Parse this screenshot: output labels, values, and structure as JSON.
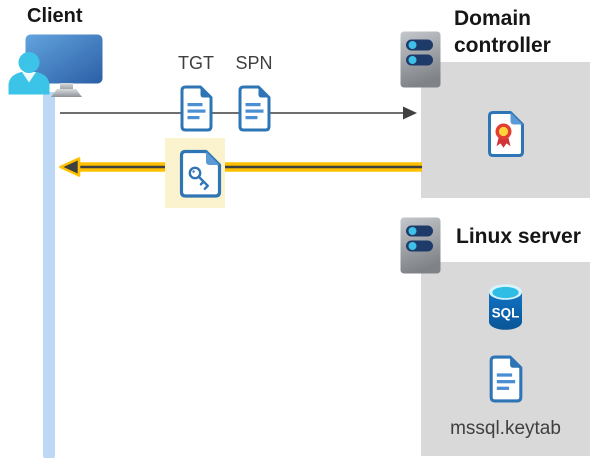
{
  "client": {
    "title": "Client"
  },
  "domain_controller": {
    "title": "Domain controller"
  },
  "linux_server": {
    "title": "Linux server",
    "database_label": "SQL",
    "keytab_filename": "mssql.keytab"
  },
  "tickets": {
    "tgt_label": "TGT",
    "spn_label": "SPN"
  },
  "icons": {
    "client": "user-monitor-icon",
    "domain_controller": "server-icon",
    "linux_server": "server-icon",
    "tgt": "document-icon",
    "spn": "document-icon",
    "service_ticket": "key-document-icon",
    "certificate": "certificate-icon",
    "database": "sql-database-icon",
    "keytab": "document-icon",
    "request_arrow": "right-arrow-icon",
    "reply_arrow": "left-arrow-highlighted-icon"
  },
  "colors": {
    "box_gray": "#d9d9d9",
    "lifeline_blue": "#bdd8f4",
    "highlight_yellow": "#fbf3cd",
    "arrow_gold": "#ffc000",
    "arrow_dark": "#3f3f3f",
    "request_arrow_gray": "#595959",
    "document_blue": "#2e75b6",
    "person_cyan": "#3bc3e8",
    "server_slot_navy": "#1e3a69",
    "server_dot_cyan": "#3fc0e8",
    "sql_blue": "#0f66b8",
    "certificate_red": "#d13438",
    "certificate_gold": "#ffd43b"
  }
}
